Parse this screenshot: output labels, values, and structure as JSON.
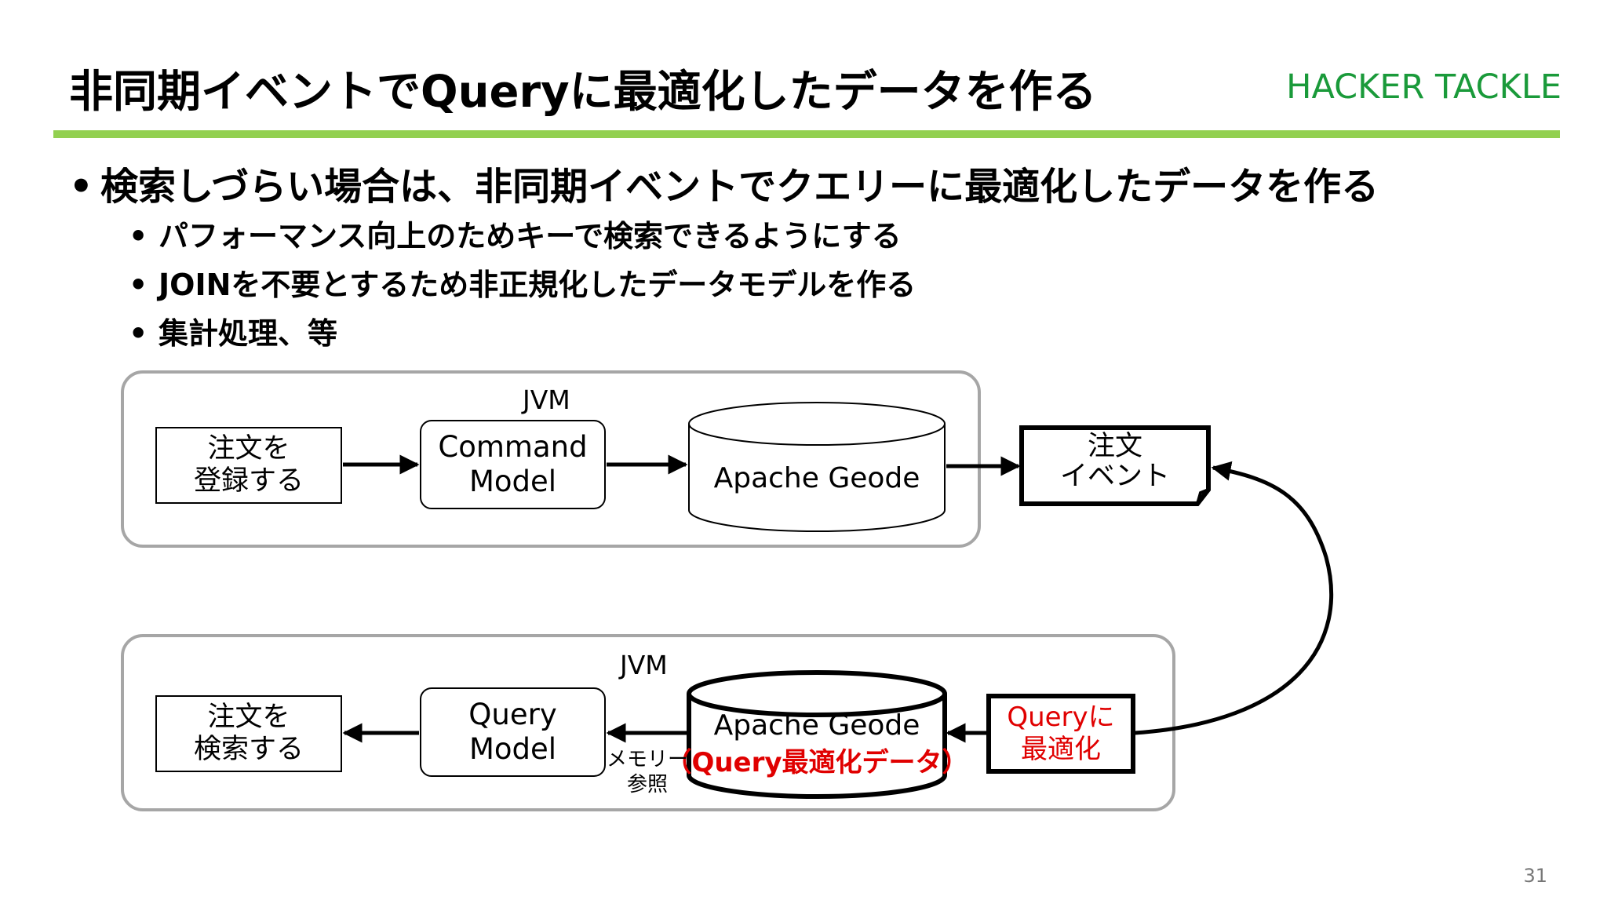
{
  "slide": {
    "title": "非同期イベントでQueryに最適化したデータを作る",
    "brand": "HACKER TACKLE",
    "page_number": "31"
  },
  "colors": {
    "accent_green": "#92D050",
    "brand_green": "#1a9a3a",
    "highlight_red": "#E00000",
    "container_border": "#A6A6A6"
  },
  "bullets": {
    "main": "検索しづらい場合は、非同期イベントでクエリーに最適化したデータを作る",
    "sub": [
      "パフォーマンス向上のためキーで検索できるようにする",
      "JOINを不要とするため非正規化したデータモデルを作る",
      "集計処理、等"
    ],
    "dot": "•"
  },
  "diagram": {
    "top": {
      "jvm_label": "JVM",
      "register_order": [
        "注文を",
        "登録する"
      ],
      "command_model": [
        "Command",
        "Model"
      ],
      "geode": "Apache Geode"
    },
    "event": [
      "注文",
      "イベント"
    ],
    "bottom": {
      "jvm_label": "JVM",
      "search_order": [
        "注文を",
        "検索する"
      ],
      "query_model": [
        "Query",
        "Model"
      ],
      "geode": "Apache Geode",
      "geode_note": "（Query最適化データ）",
      "memory_ref": [
        "メモリー",
        "参照"
      ],
      "optimize": [
        "Queryに",
        "最適化"
      ]
    }
  }
}
